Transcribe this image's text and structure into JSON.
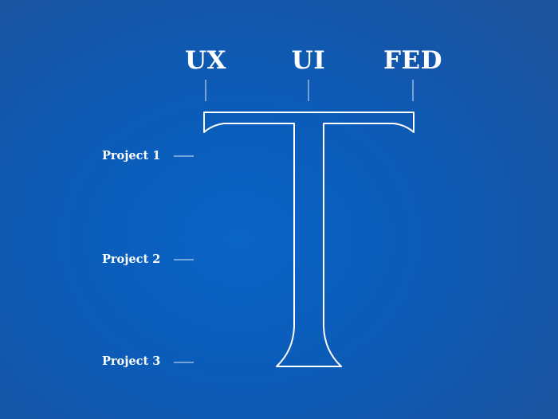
{
  "columns": [
    {
      "id": "ux",
      "label": "UX"
    },
    {
      "id": "ui",
      "label": "UI"
    },
    {
      "id": "fed",
      "label": "FED"
    }
  ],
  "rows": [
    {
      "id": "project-1",
      "label": "Project 1"
    },
    {
      "id": "project-2",
      "label": "Project 2"
    },
    {
      "id": "project-3",
      "label": "Project 3"
    }
  ],
  "colors": {
    "background": "#0b5cb9",
    "line": "#ffffff"
  }
}
